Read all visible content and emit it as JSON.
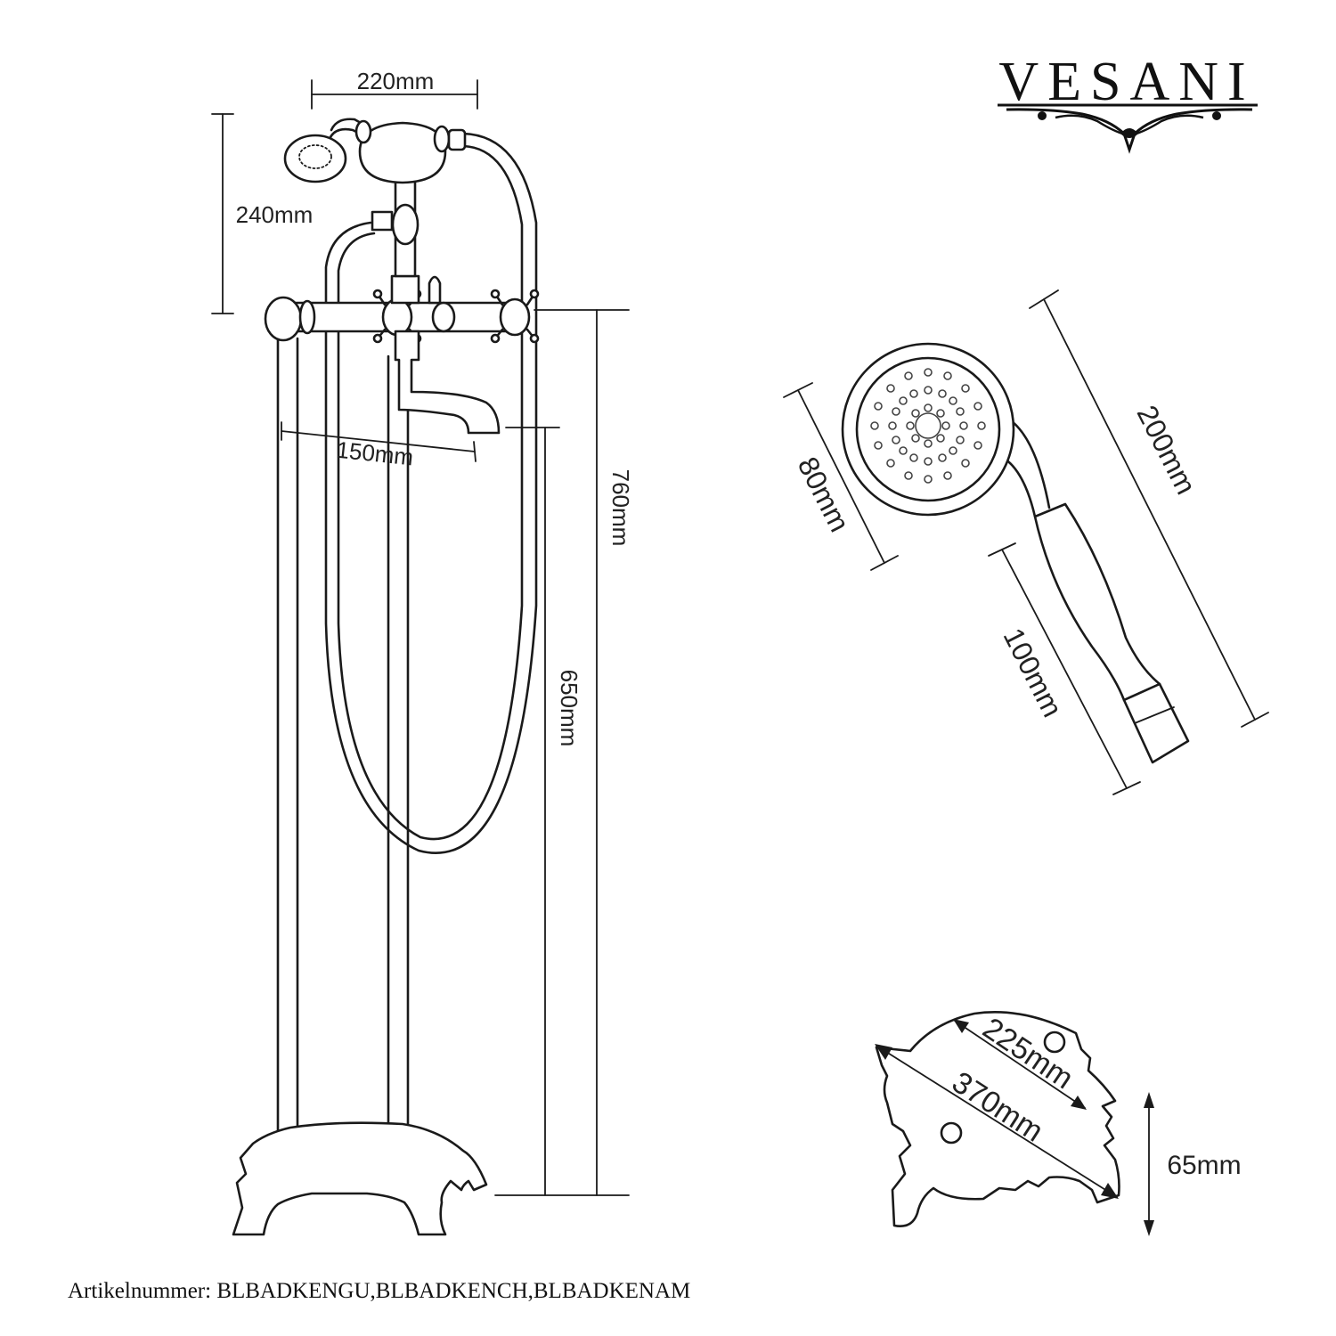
{
  "brand": {
    "name": "VESANI"
  },
  "dimensions": {
    "top_width": "220mm",
    "handset_height": "240mm",
    "spout_reach": "150mm",
    "total_height": "760mm",
    "spout_height": "650mm",
    "head_diameter": "80mm",
    "shower_length": "200mm",
    "handle_length": "100mm",
    "base_inner": "225mm",
    "base_outer": "370mm",
    "base_height": "65mm"
  },
  "footer": {
    "text": "Artikelnummer: BLBADKENGU,BLBADKENCH,BLBADKENAM"
  }
}
